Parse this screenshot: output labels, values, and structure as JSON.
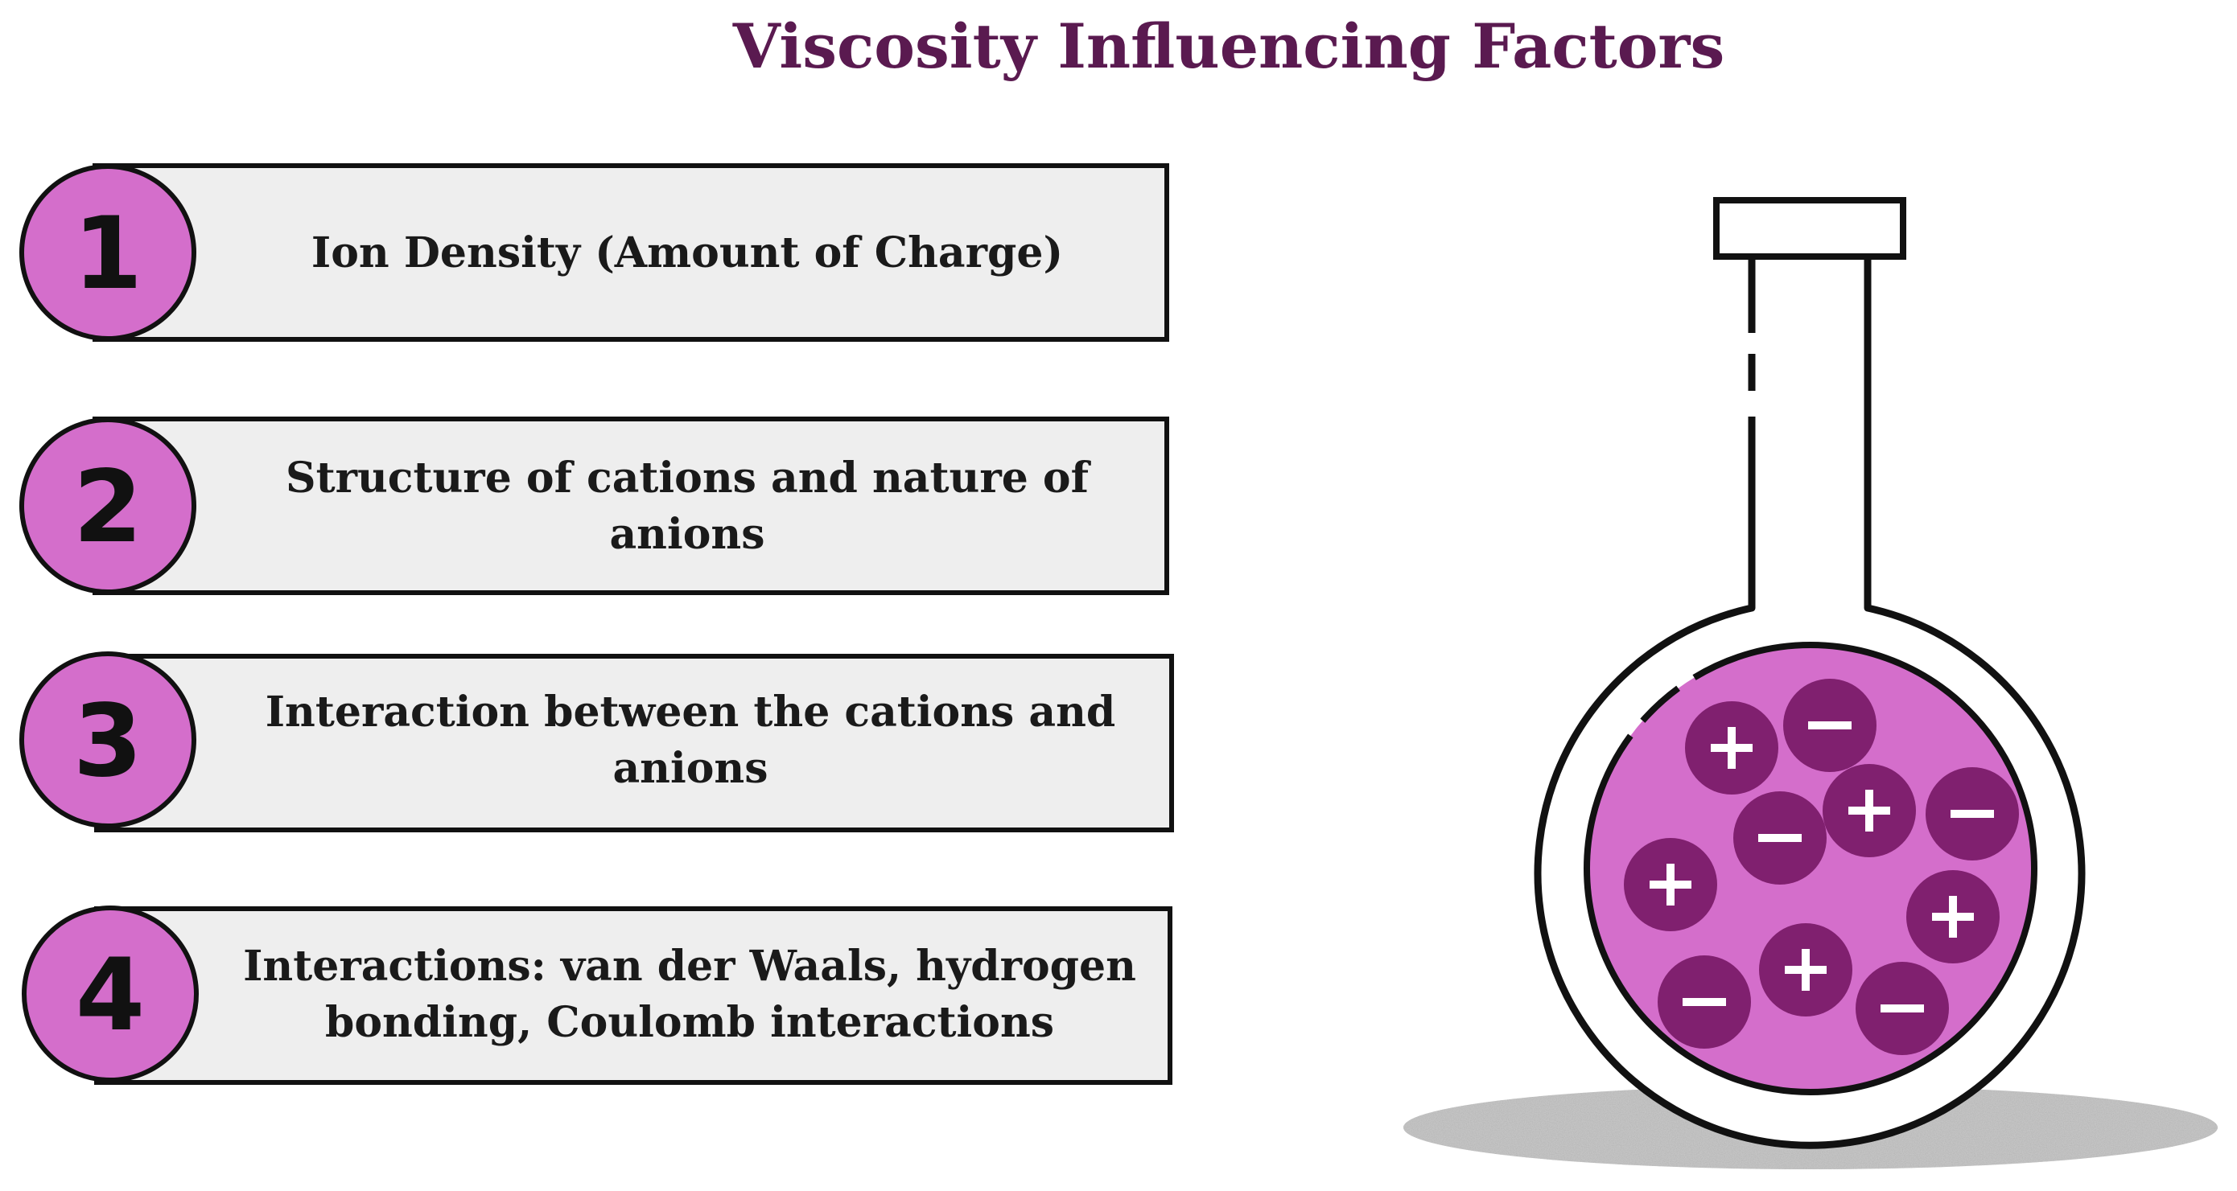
{
  "title": "Viscosity Influencing Factors",
  "colors": {
    "title": "#5a1a50",
    "badge_fill": "#d46ecb",
    "panel_fill": "#eeeeee",
    "outline": "#111111",
    "liquid": "#d46ecb",
    "ion": "#80206f",
    "sand": "#b8b8b8"
  },
  "factors": [
    {
      "number": "1",
      "lines": [
        "Ion Density (Amount of Charge)"
      ]
    },
    {
      "number": "2",
      "lines": [
        "Structure of cations and nature of",
        "anions"
      ]
    },
    {
      "number": "3",
      "lines": [
        "Interaction between the cations and",
        "anions"
      ]
    },
    {
      "number": "4",
      "lines": [
        "Interactions: van der Waals, hydrogen",
        "bonding, Coulomb interactions"
      ]
    }
  ],
  "flask": {
    "icon": "round-bottom-flask-icon",
    "ions": [
      {
        "charge": "+"
      },
      {
        "charge": "−"
      },
      {
        "charge": "−"
      },
      {
        "charge": "+"
      },
      {
        "charge": "−"
      },
      {
        "charge": "+"
      },
      {
        "charge": "+"
      },
      {
        "charge": "+"
      },
      {
        "charge": "−"
      },
      {
        "charge": "−"
      }
    ]
  }
}
